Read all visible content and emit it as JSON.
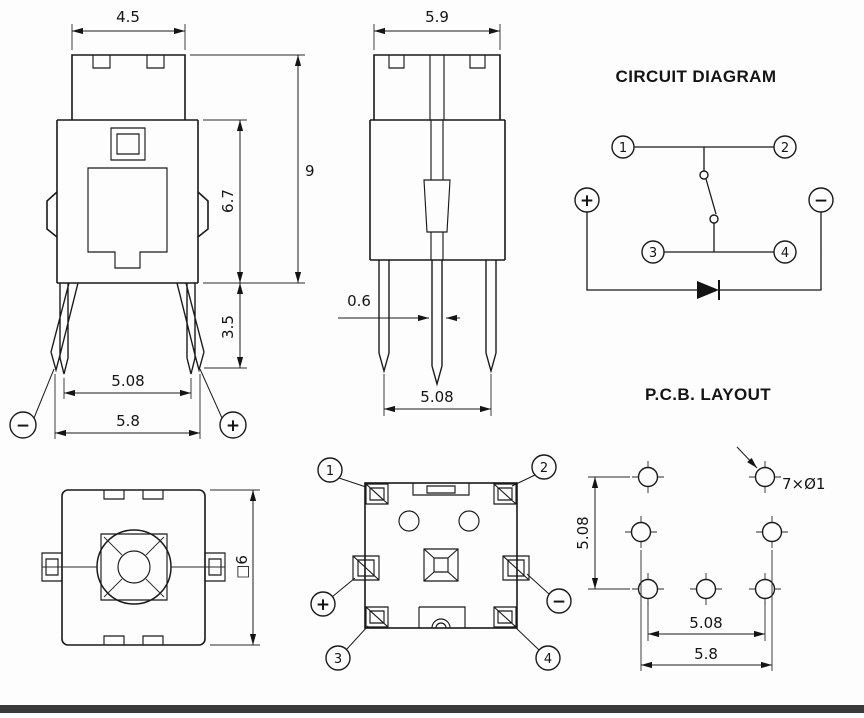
{
  "colors": {
    "ink": "#1a1a1a",
    "background": "#fdfdfd",
    "footer_bar": "#3a3a3a"
  },
  "front_view": {
    "dim_cap_width": "4.5",
    "dim_total_height": "9",
    "dim_body_height": "6.7",
    "dim_leg_length": "3.5",
    "dim_inner_pin_pitch": "5.08",
    "dim_outer_pin_pitch": "5.8",
    "neg_terminal": "−",
    "pos_terminal": "+"
  },
  "side_view": {
    "dim_cap_width": "5.9",
    "dim_pin_width": "0.6",
    "dim_pin_pitch": "5.08"
  },
  "circuit_diagram": {
    "title": "CIRCUIT DIAGRAM",
    "pin1": "1",
    "pin2": "2",
    "pin3": "3",
    "pin4": "4",
    "pos_terminal": "+",
    "neg_terminal": "−"
  },
  "top_view": {
    "dim_body_square": "□6"
  },
  "bottom_view": {
    "pin1": "1",
    "pin2": "2",
    "pin3": "3",
    "pin4": "4",
    "pos_terminal": "+",
    "neg_terminal": "−"
  },
  "pcb_layout": {
    "title": "P.C.B. LAYOUT",
    "hole_note": "7×Ø1",
    "dim_row_pitch": "5.08",
    "dim_col_pitch": "5.08",
    "dim_led_pitch": "5.8"
  }
}
